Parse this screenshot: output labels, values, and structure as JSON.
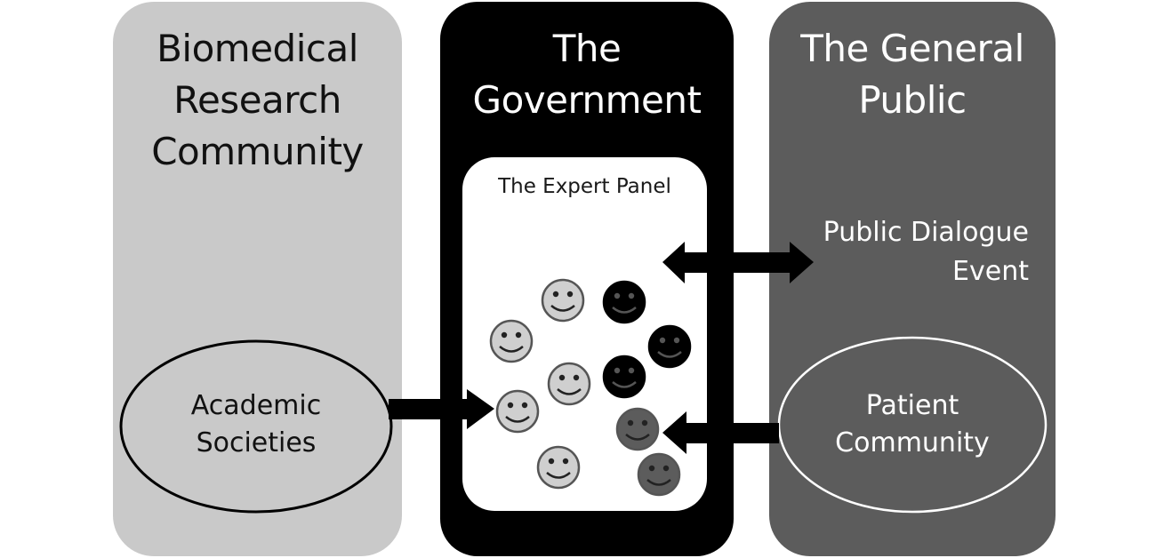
{
  "diagram": {
    "groups": [
      {
        "id": "research",
        "title_lines": [
          "Biomedical",
          "Research",
          "Community"
        ],
        "fill": "#c9c9c9",
        "text_color": "#111111"
      },
      {
        "id": "government",
        "title_lines": [
          "The",
          "Government"
        ],
        "fill": "#000000",
        "text_color": "#ffffff"
      },
      {
        "id": "public",
        "title_lines": [
          "The General",
          "Public"
        ],
        "fill": "#5c5c5c",
        "text_color": "#ffffff"
      }
    ],
    "expert_panel": {
      "label": "The Expert Panel",
      "members": [
        {
          "type": "academic",
          "color": "#cfcfcf"
        },
        {
          "type": "academic",
          "color": "#cfcfcf"
        },
        {
          "type": "academic",
          "color": "#cfcfcf"
        },
        {
          "type": "academic",
          "color": "#cfcfcf"
        },
        {
          "type": "academic",
          "color": "#cfcfcf"
        },
        {
          "type": "government",
          "color": "#000000"
        },
        {
          "type": "government",
          "color": "#000000"
        },
        {
          "type": "government",
          "color": "#000000"
        },
        {
          "type": "patient",
          "color": "#5c5c5c"
        },
        {
          "type": "patient",
          "color": "#5c5c5c"
        }
      ]
    },
    "nodes": {
      "academic_societies": {
        "lines": [
          "Academic",
          "Societies"
        ]
      },
      "patient_community": {
        "lines": [
          "Patient",
          "Community"
        ]
      },
      "public_dialogue": {
        "lines": [
          "Public Dialogue",
          "Event"
        ]
      }
    },
    "edges": [
      {
        "from": "academic_societies",
        "to": "expert_panel",
        "direction": "one-way"
      },
      {
        "from": "patient_community",
        "to": "expert_panel",
        "direction": "one-way"
      },
      {
        "from": "expert_panel",
        "to": "public_dialogue",
        "direction": "two-way"
      }
    ]
  }
}
